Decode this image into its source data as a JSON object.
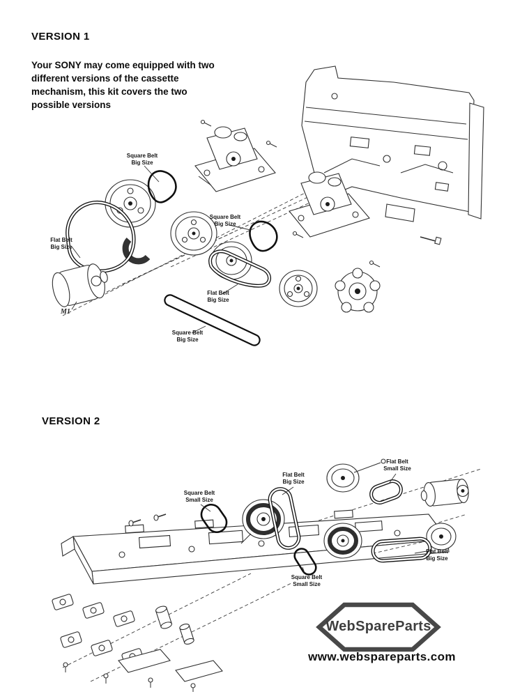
{
  "colors": {
    "ink": "#1a1a1a",
    "diagram_line": "#2e2e2e",
    "logo_gray": "#3f3f3f",
    "background": "#ffffff"
  },
  "version1": {
    "heading": "VERSION 1",
    "description": "Your SONY may come equipped with two different versions of the cassette mechanism, this kit covers the two possible versions",
    "motor_label": "M1",
    "belt_labels": [
      "Square Belt\nBig Size",
      "Flat Belt\nBig Size",
      "Square Belt\nBig Size",
      "Flat Belt\nBig Size",
      "Square Belt\nBig Size"
    ]
  },
  "version2": {
    "heading": "VERSION 2",
    "belt_labels": [
      "Square Belt\nSmall Size",
      "Flat Belt\nBig Size",
      "Flat Belt\nSmall Size",
      "Square Belt\nSmall Size",
      "Flat Belt\nBig Size"
    ]
  },
  "branding": {
    "logo_text": "WebSpareParts",
    "website": "www.webspareparts.com"
  }
}
